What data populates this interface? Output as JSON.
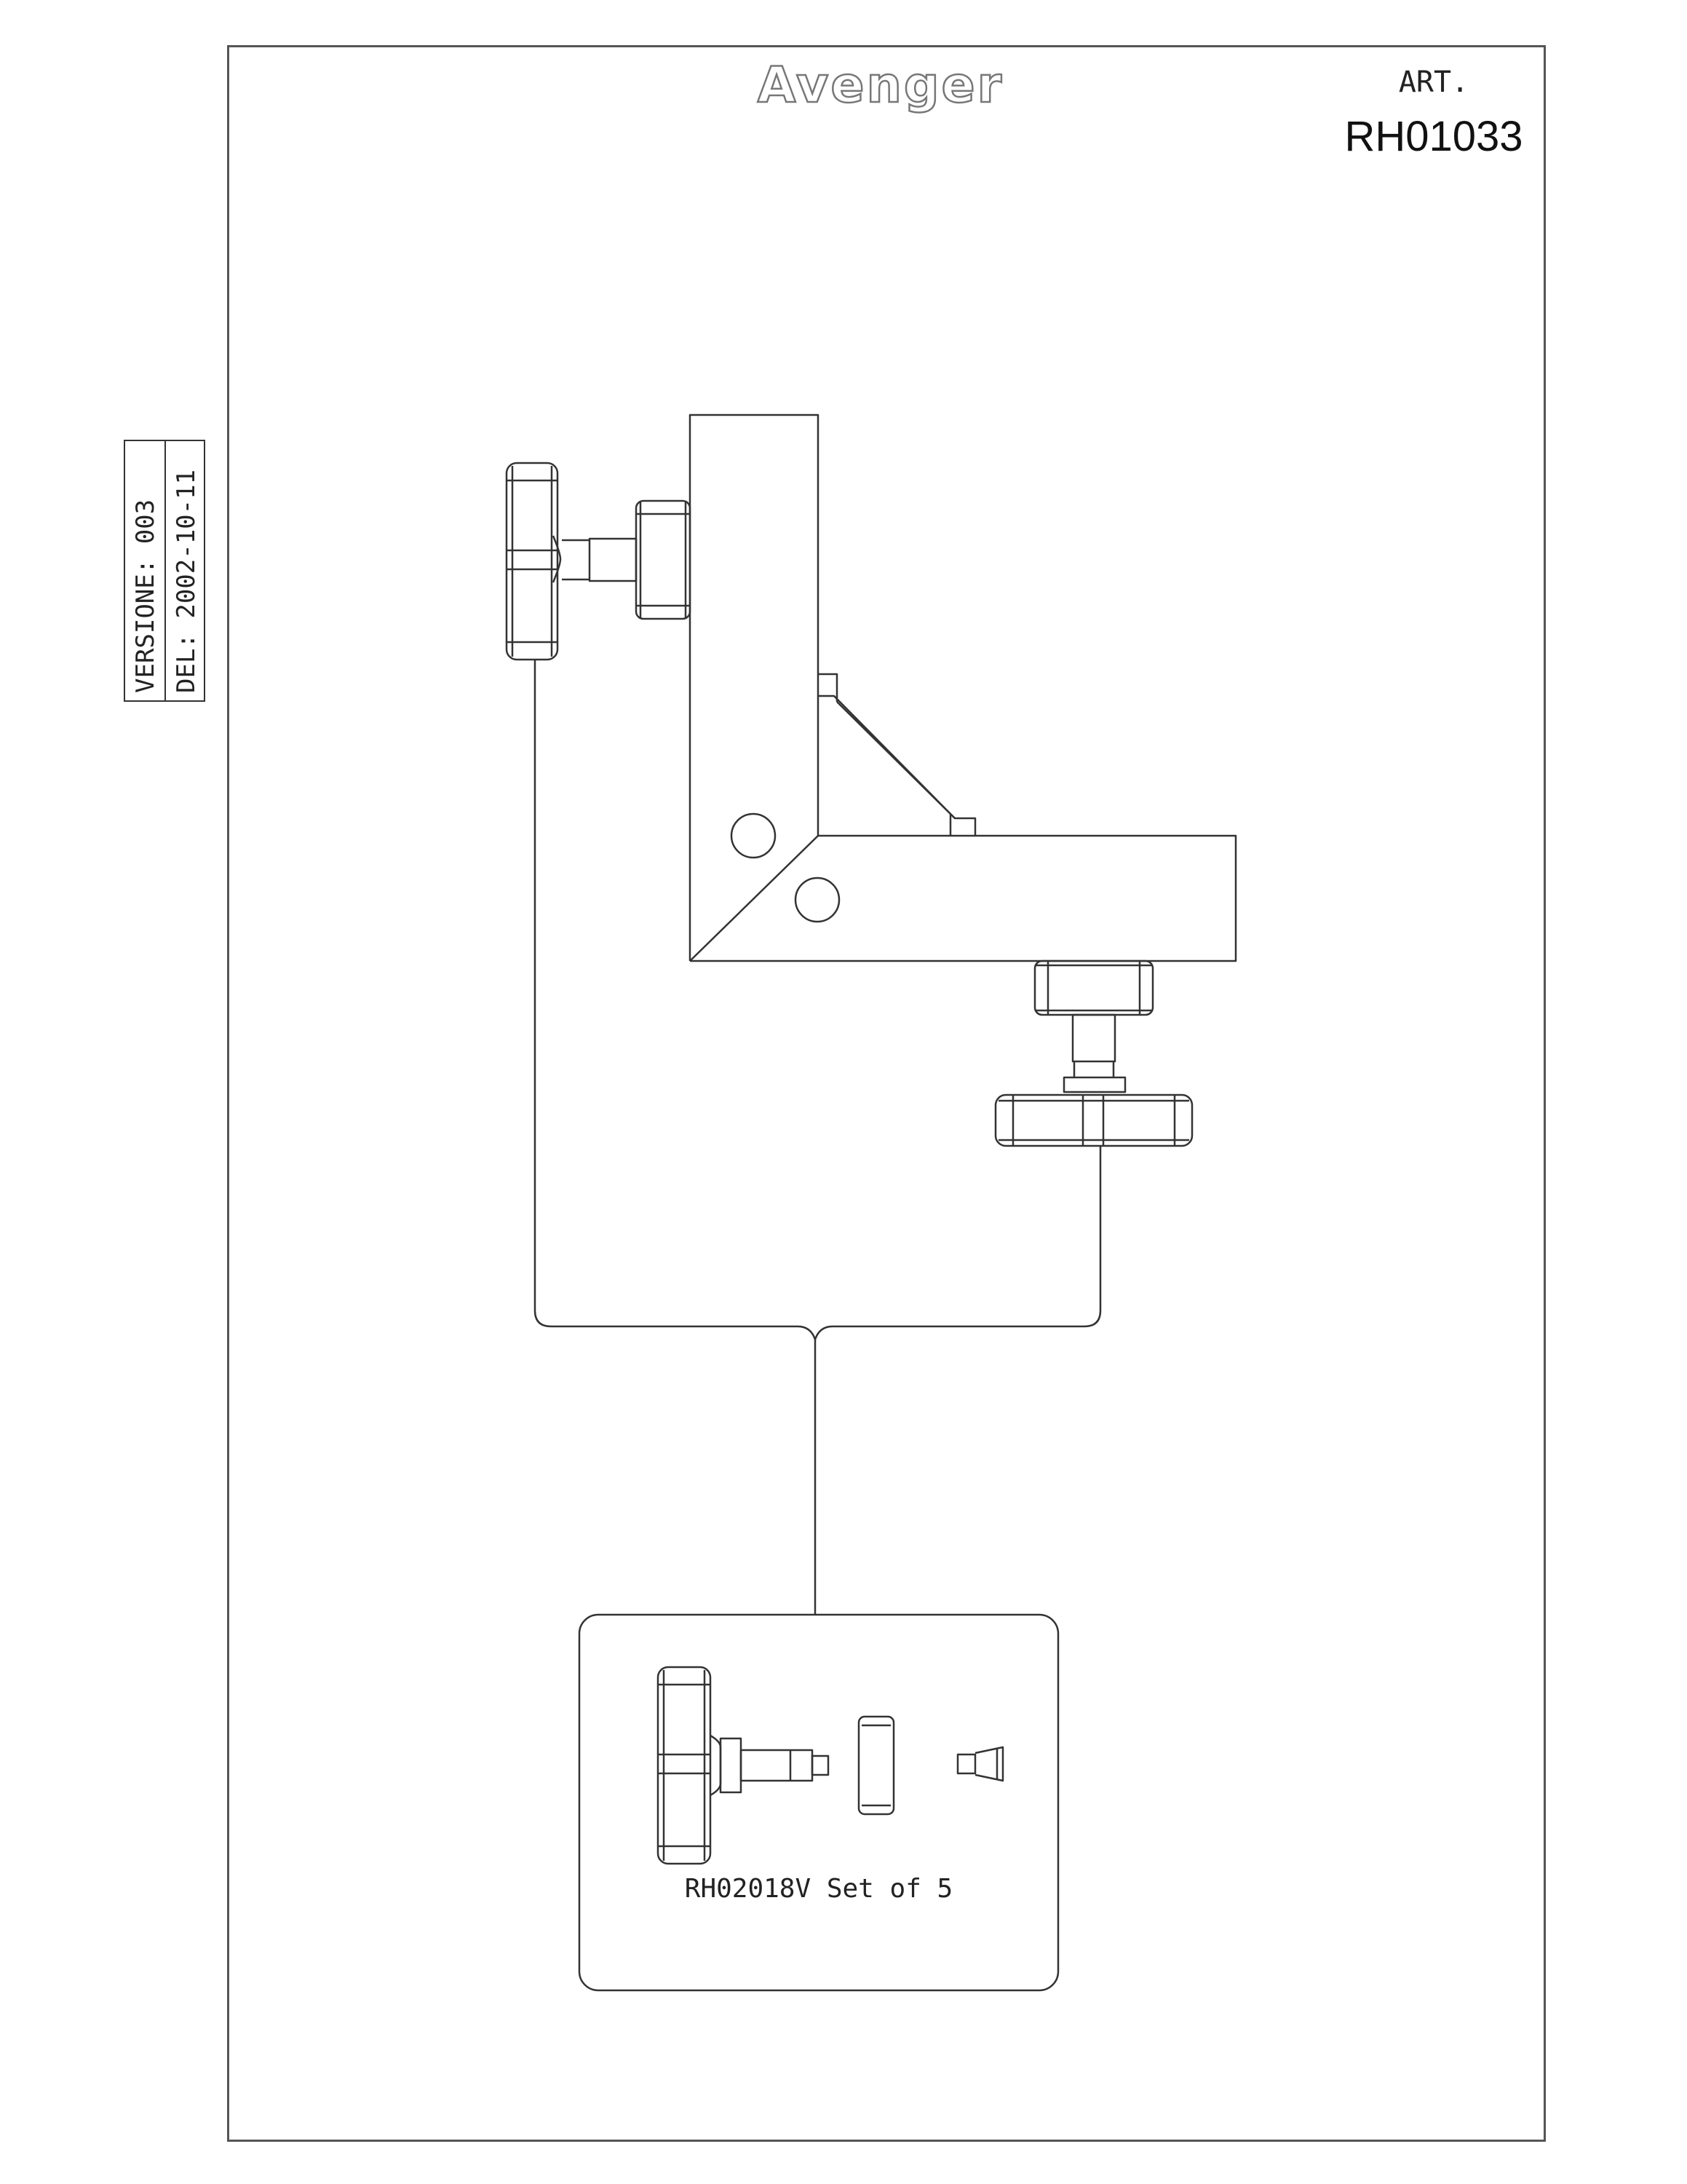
{
  "title_block": {
    "brand": "Avenger",
    "art_label": "ART.",
    "art_number": "RH01033"
  },
  "version_box": {
    "version_line": "VERSIONE:  003",
    "date_line": "DEL:  2002-10-11"
  },
  "kit": {
    "caption": "RH02018V Set of 5"
  },
  "colors": {
    "line": "#333333",
    "frame": "#555555"
  }
}
